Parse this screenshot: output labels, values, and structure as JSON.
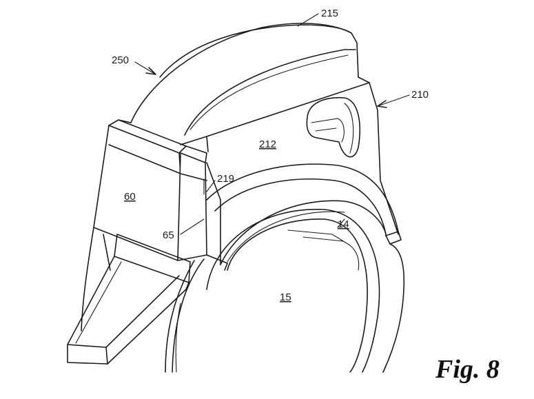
{
  "figure": {
    "caption": "Fig. 8"
  },
  "labels": {
    "l250": "250",
    "l215": "215",
    "l210": "210",
    "l212": "212",
    "l219": "219",
    "l60": "60",
    "l65": "65",
    "l14": "14",
    "l15": "15"
  },
  "style": {
    "line_color": "#1a1a1a",
    "background": "#ffffff"
  }
}
